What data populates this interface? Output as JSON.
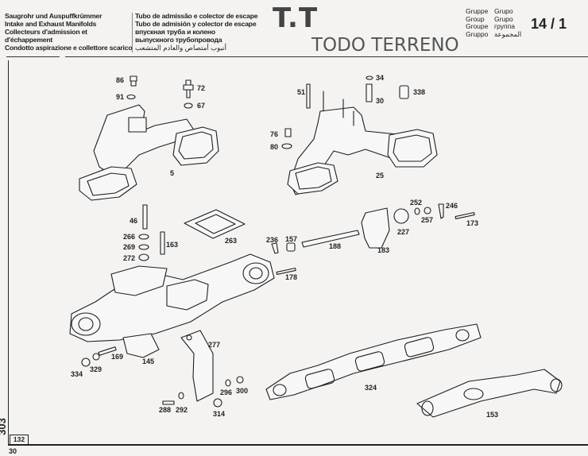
{
  "header": {
    "titles_left": [
      "Saugrohr und Auspuffkrümmer",
      "Intake and Exhaust Manifolds",
      "Collecteurs d'admission et",
      "d'échappement",
      "Condotto aspirazione e collettore scarico"
    ],
    "titles_right": [
      "Tubo de admissão e colector de escape",
      "Tubo de admisión y colector de escape",
      "впускная труба и колено",
      "выпускного трубопровода",
      "أنبوب أمتصاص والعادم المتشعب"
    ],
    "handwritten_code": "T.T",
    "handwritten_note": "TODO TERRENO",
    "group_labels": [
      {
        "left": "Gruppe",
        "right": "Grupo"
      },
      {
        "left": "Group",
        "right": "Grupo"
      },
      {
        "left": "Groupe",
        "right": "группа"
      },
      {
        "left": "Gruppo",
        "right": "المجموعة"
      }
    ],
    "group_number": "14 / 1"
  },
  "footer": {
    "figure_box": "132",
    "side_number": "303",
    "page_number": "30"
  },
  "parts": {
    "p86": "86",
    "p91": "91",
    "p72": "72",
    "p67": "67",
    "p5": "5",
    "p51": "51",
    "p34": "34",
    "p30": "30",
    "p338": "338",
    "p76": "76",
    "p80": "80",
    "p25": "25",
    "p46": "46",
    "p266": "266",
    "p269": "269",
    "p272": "272",
    "p163": "163",
    "p263": "263",
    "p236": "236",
    "p157": "157",
    "p188": "188",
    "p183": "183",
    "p227": "227",
    "p252": "252",
    "p257": "257",
    "p246": "246",
    "p173": "173",
    "p178": "178",
    "p277": "277",
    "p169": "169",
    "p145": "145",
    "p329": "329",
    "p334": "334",
    "p288": "288",
    "p292": "292",
    "p296": "296",
    "p300": "300",
    "p314": "314",
    "p324": "324",
    "p153": "153"
  }
}
